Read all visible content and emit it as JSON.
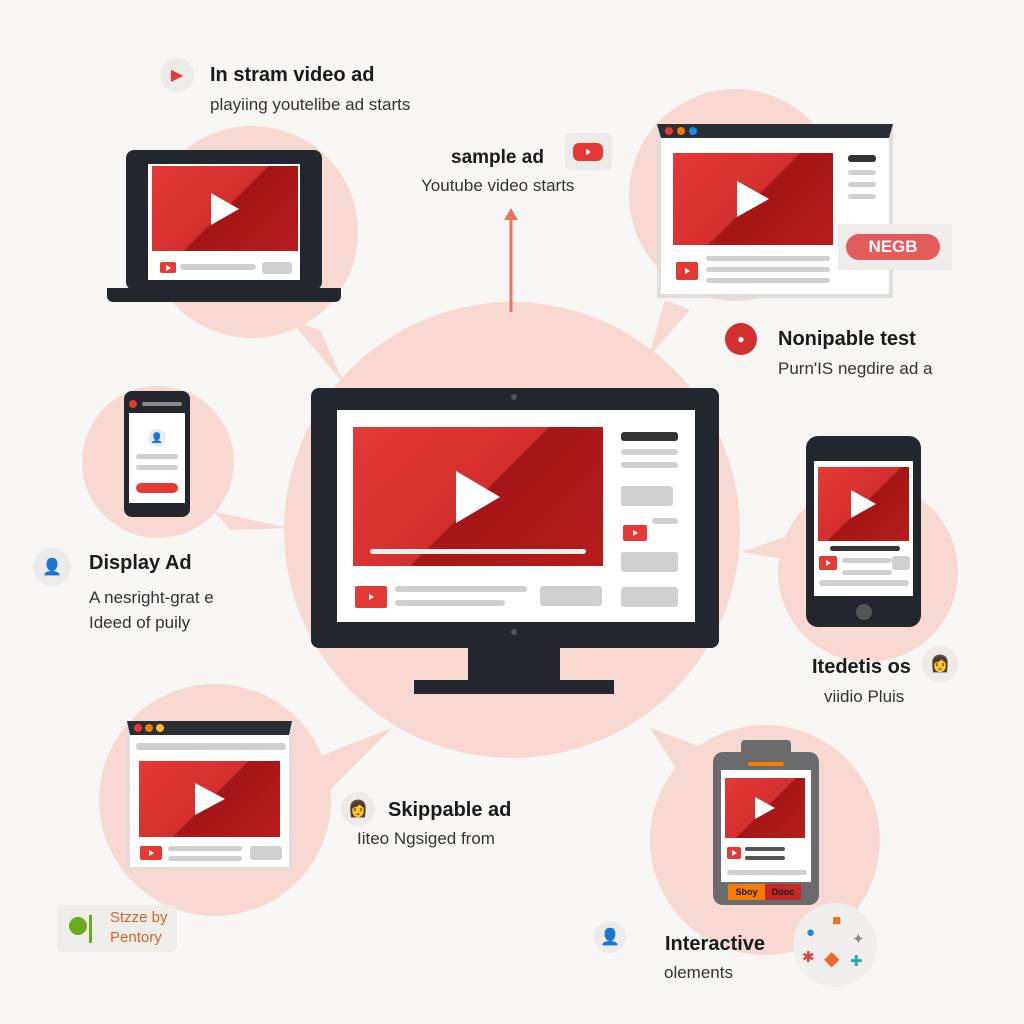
{
  "colors": {
    "accent": "#e53935",
    "circle": "#f8d9d2",
    "dark": "#23272d"
  },
  "in_stream": {
    "title": "In stram video ad",
    "subtitle": "playiing youtelibe ad starts",
    "icon": "play-logo-icon"
  },
  "sample_ad": {
    "title": "sample ad",
    "subtitle": "Youtube video starts",
    "icon": "youtube-icon"
  },
  "badge_negb": {
    "label": "NEGB"
  },
  "non_skippable": {
    "title": "Nonipable test",
    "subtitle": "Purn'IS negdire ad a",
    "icon": "camera-icon"
  },
  "display_ad": {
    "title": "Display Ad",
    "line1": "A nesright-grat e",
    "line2": "Ideed of puily",
    "icon": "avatar-icon"
  },
  "itedetis": {
    "title": "Itedetis os",
    "subtitle": "viidio Pluis",
    "icon": "avatar-icon"
  },
  "skippable": {
    "title": "Skippable ad",
    "subtitle": "Iiteo Ngsiged from",
    "icon": "avatar-icon"
  },
  "sponsor_badge": {
    "line1": "Stzze by",
    "line2": "Pentory",
    "icon": "plant-icon"
  },
  "interactive": {
    "title": "Interactive",
    "subtitle": "olements",
    "icon": "avatar-icon"
  },
  "tablet_buttons": {
    "left": "Sboy",
    "right": "Dooc"
  }
}
